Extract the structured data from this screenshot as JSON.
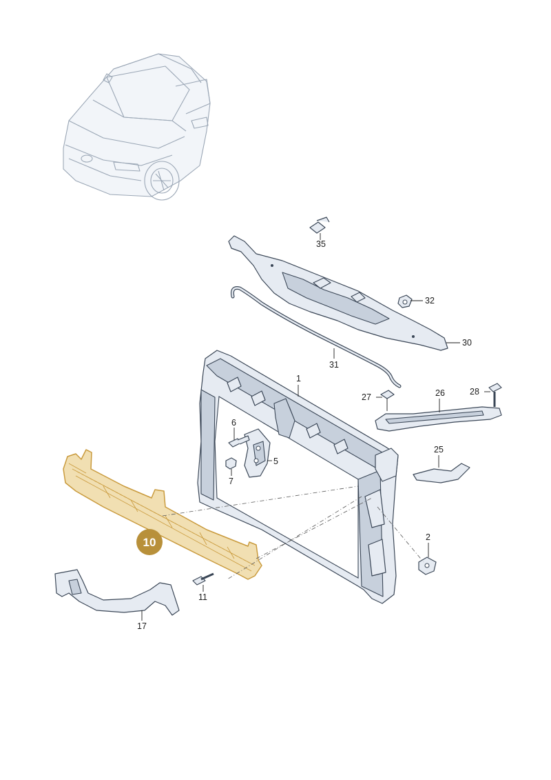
{
  "callouts": {
    "c1": "1",
    "c2": "2",
    "c5": "5",
    "c6": "6",
    "c7": "7",
    "c10": "10",
    "c11": "11",
    "c17": "17",
    "c25": "25",
    "c26": "26",
    "c27": "27",
    "c28": "28",
    "c30": "30",
    "c31": "31",
    "c32": "32",
    "c35": "35"
  },
  "highlight": {
    "part": "10",
    "badge_color": "#b8903a",
    "outline_color": "#c99a3c"
  }
}
